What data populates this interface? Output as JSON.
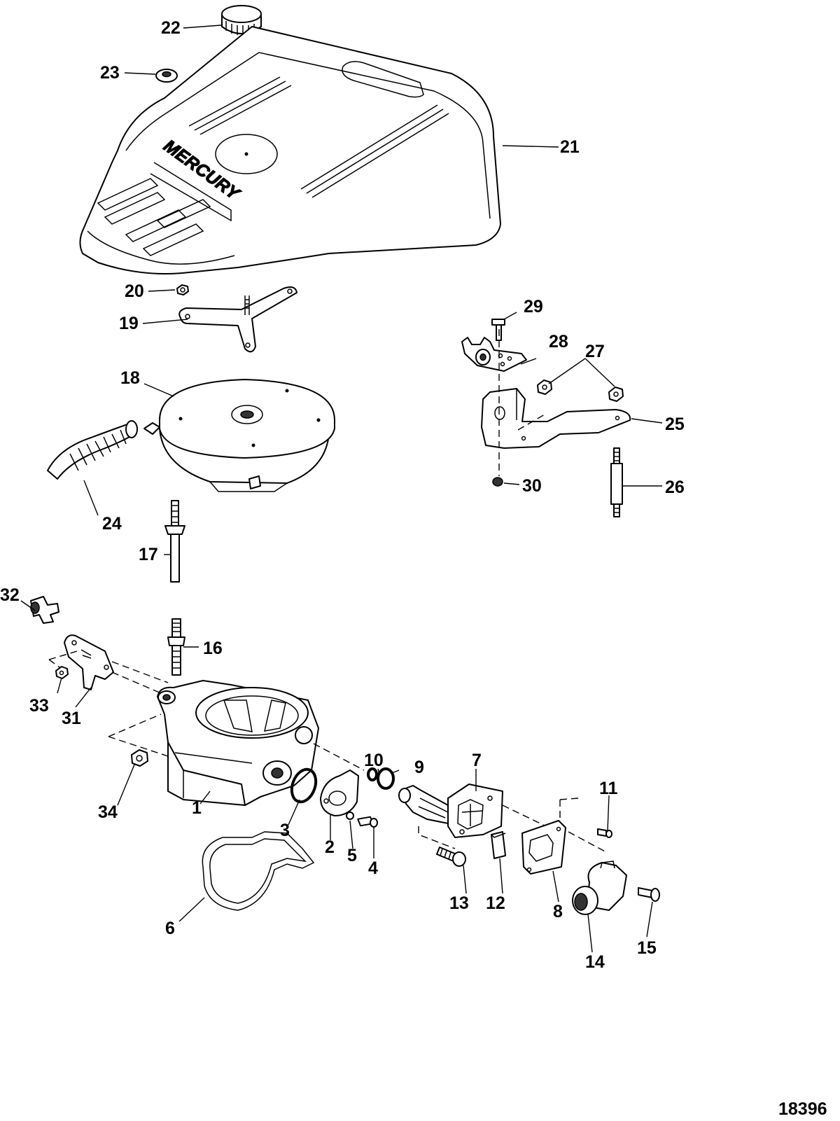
{
  "figure_number": "18396",
  "brand_mark": "MERCURY",
  "callouts": {
    "c1": "1",
    "c2": "2",
    "c3": "3",
    "c4": "4",
    "c5": "5",
    "c6": "6",
    "c7": "7",
    "c8": "8",
    "c9": "9",
    "c10": "10",
    "c11": "11",
    "c12": "12",
    "c13": "13",
    "c14": "14",
    "c15": "15",
    "c16": "16",
    "c17": "17",
    "c18": "18",
    "c19": "19",
    "c20": "20",
    "c21": "21",
    "c22": "22",
    "c23": "23",
    "c24": "24",
    "c25": "25",
    "c26": "26",
    "c27": "27",
    "c28": "28",
    "c29": "29",
    "c30": "30",
    "c31": "31",
    "c32": "32",
    "c33": "33",
    "c34": "34"
  }
}
